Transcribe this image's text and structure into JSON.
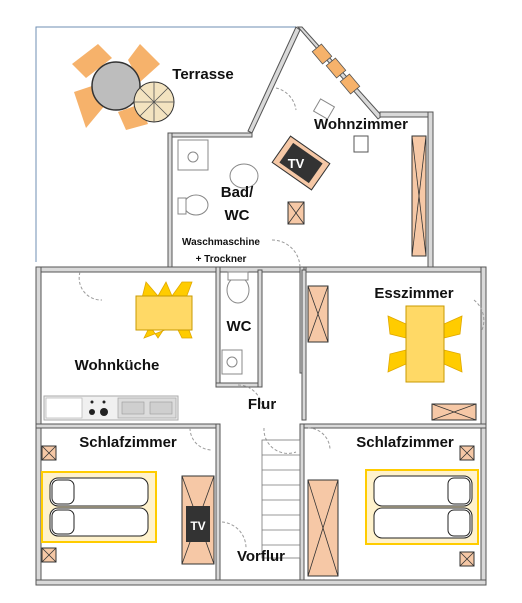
{
  "rooms": {
    "terrasse": "Terrasse",
    "wohnzimmer": "Wohnzimmer",
    "bad_line1": "Bad/",
    "bad_line2": "WC",
    "waschmaschine": "Waschmaschine",
    "trockner": "+ Trockner",
    "esszimmer": "Esszimmer",
    "wc": "WC",
    "wohnkueche": "Wohnküche",
    "flur": "Flur",
    "schlafzimmer_left": "Schlafzimmer",
    "schlafzimmer_right": "Schlafzimmer",
    "vorflur": "Vorflur"
  },
  "tv_labels": {
    "wohnzimmer": "TV",
    "schlafzimmer": "TV"
  },
  "colors": {
    "wall": "#d9d9d9",
    "cabinet": "#f6c8a6",
    "chair": "#ffcc00",
    "table": "#ffd966",
    "bed_frame": "#fff2cc",
    "terrace_outline": "#6f8fb3"
  }
}
